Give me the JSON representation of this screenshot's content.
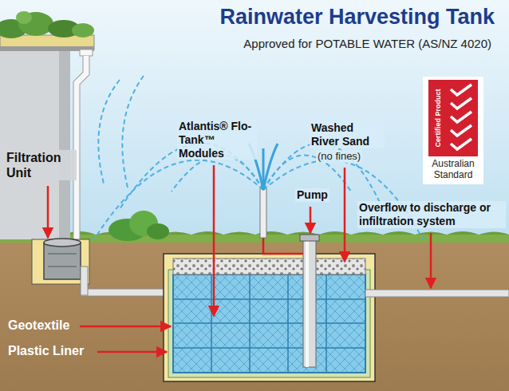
{
  "diagram": {
    "title": "Rainwater Harvesting Tank",
    "caption": "Approved for POTABLE WATER (AS/NZ 4020)",
    "nodes": [
      {
        "text": [
          "Certified Product",
          "Australian Standard"
        ]
      }
    ],
    "labels": [
      "Filtration Unit",
      "Atlantis® Flo-Tank™ Modules",
      "Washed River Sand",
      "(no fines)",
      "Pump",
      "Overflow to discharge or infiltration system",
      "Geotextile",
      "Plastic Liner"
    ]
  }
}
